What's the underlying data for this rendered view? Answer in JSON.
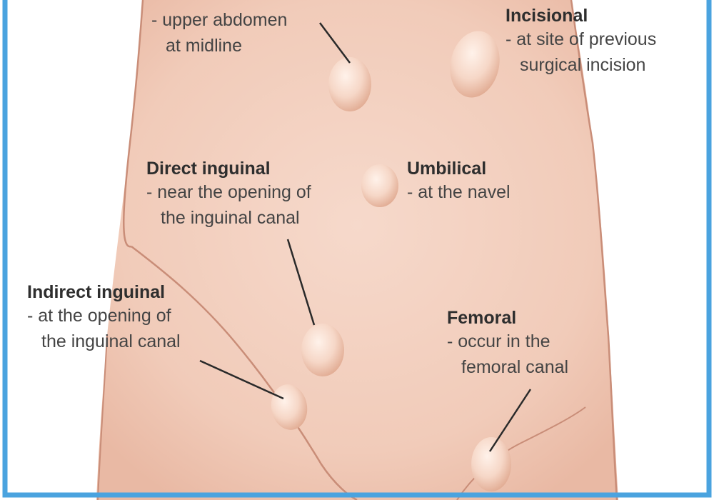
{
  "frame_color": "#4aa3df",
  "skin_color": "#f4d3c4",
  "hernias": [
    {
      "id": "epigastric",
      "name": "",
      "desc1": "- upper abdomen",
      "desc2": "at midline"
    },
    {
      "id": "incisional",
      "name": "Incisional",
      "desc1": "- at site of previous",
      "desc2": "surgical incision"
    },
    {
      "id": "direct-inguinal",
      "name": "Direct inguinal",
      "desc1": "- near the opening of",
      "desc2": "the inguinal canal"
    },
    {
      "id": "umbilical",
      "name": "Umbilical",
      "desc1": "- at the navel",
      "desc2": ""
    },
    {
      "id": "indirect-inguinal",
      "name": "Indirect inguinal",
      "desc1": "- at the opening of",
      "desc2": "the inguinal canal"
    },
    {
      "id": "femoral",
      "name": "Femoral",
      "desc1": "- occur in the",
      "desc2": "femoral canal"
    }
  ]
}
